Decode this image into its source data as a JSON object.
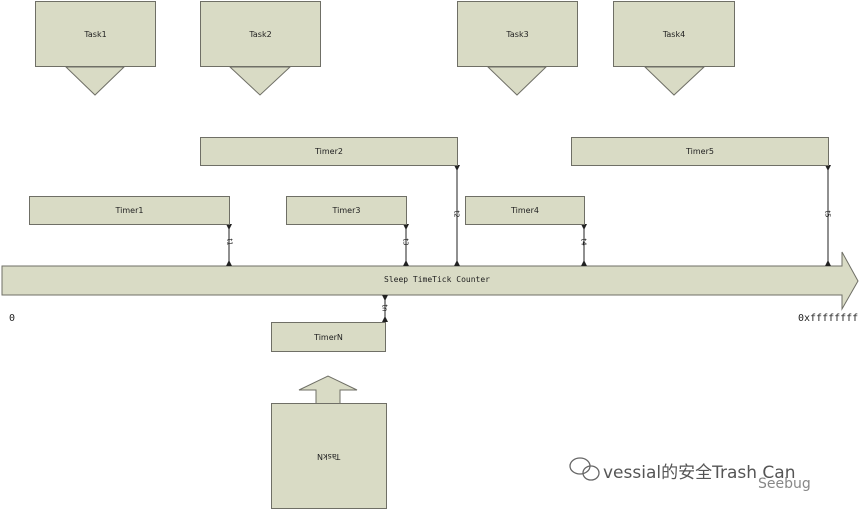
{
  "colors": {
    "box_fill": "#d9dbc5",
    "box_stroke": "#6f6f66",
    "line": "#222222"
  },
  "tasks": [
    {
      "label": "Task1"
    },
    {
      "label": "Task2"
    },
    {
      "label": "Task3"
    },
    {
      "label": "Task4"
    }
  ],
  "timers": [
    {
      "label": "Timer1"
    },
    {
      "label": "Timer2"
    },
    {
      "label": "Timer3"
    },
    {
      "label": "Timer4"
    },
    {
      "label": "Timer5"
    },
    {
      "label": "TimerN"
    }
  ],
  "counter": {
    "label": "Sleep TimeTick Counter",
    "start": "0",
    "end": "0xffffffff"
  },
  "connector_labels": [
    "t1",
    "t2",
    "t3",
    "t4",
    "t5",
    "tn"
  ],
  "bottom_task": {
    "label": "TaskN"
  },
  "watermark": {
    "text": "vessial的安全Trash Can",
    "icon": "wechat-icon",
    "logo_text": "Seebug"
  }
}
